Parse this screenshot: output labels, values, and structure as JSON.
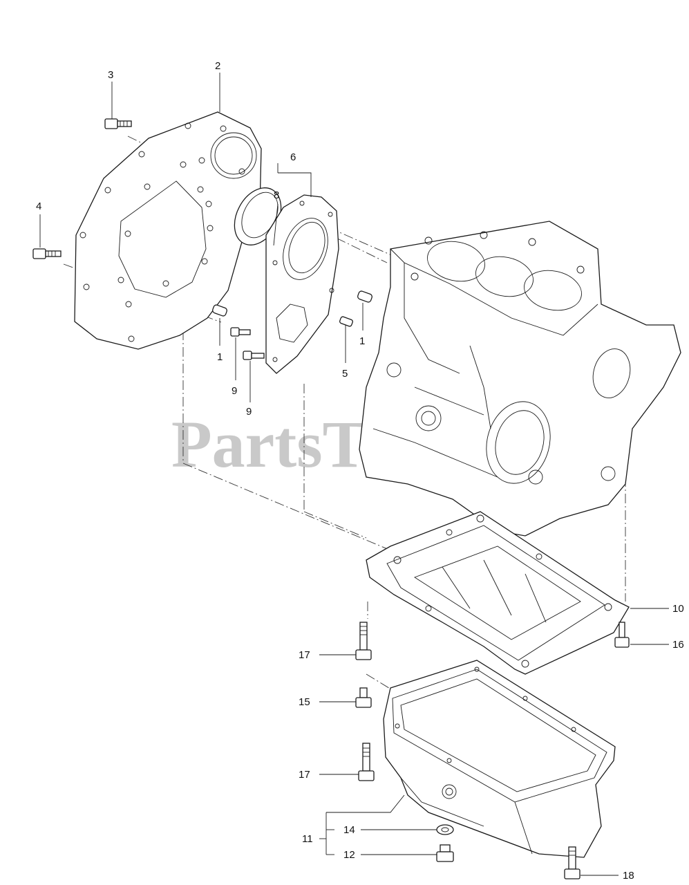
{
  "watermark": "PartsTree",
  "callouts": [
    {
      "id": "c3",
      "text": "3"
    },
    {
      "id": "c2",
      "text": "2"
    },
    {
      "id": "c6",
      "text": "6"
    },
    {
      "id": "c8",
      "text": "8"
    },
    {
      "id": "c4",
      "text": "4"
    },
    {
      "id": "c1a",
      "text": "1"
    },
    {
      "id": "c1b",
      "text": "1"
    },
    {
      "id": "c5",
      "text": "5"
    },
    {
      "id": "c9a",
      "text": "9"
    },
    {
      "id": "c9b",
      "text": "9"
    },
    {
      "id": "c10",
      "text": "10"
    },
    {
      "id": "c16",
      "text": "16"
    },
    {
      "id": "c17a",
      "text": "17"
    },
    {
      "id": "c15",
      "text": "15"
    },
    {
      "id": "c17b",
      "text": "17"
    },
    {
      "id": "c11",
      "text": "11"
    },
    {
      "id": "c14",
      "text": "14"
    },
    {
      "id": "c12",
      "text": "12"
    },
    {
      "id": "c18",
      "text": "18"
    }
  ]
}
